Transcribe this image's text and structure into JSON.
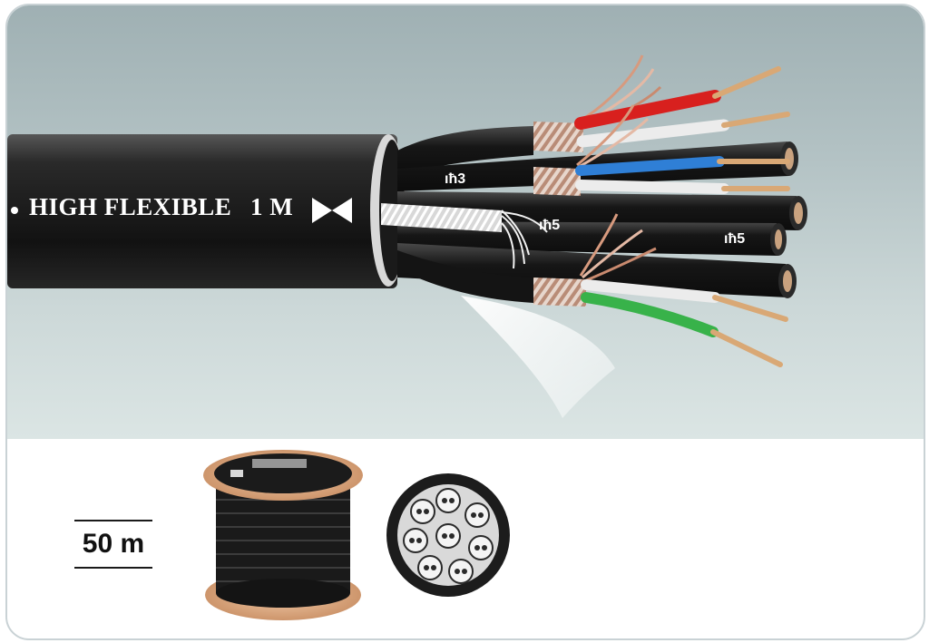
{
  "cable": {
    "jacket_text": "HIGH FLEXIBLE",
    "length_mark": "1 M",
    "pair_markings": [
      "ıħ3",
      "ıħ5",
      "ıħ5"
    ]
  },
  "spool": {
    "length_label": "50 m"
  },
  "colors": {
    "jacket": "#1b1b1b",
    "copper": "#d9a875",
    "red_wire": "#d8201e",
    "blue_wire": "#2f7fd6",
    "green_wire": "#38b24a",
    "white_wire": "#ececec"
  }
}
